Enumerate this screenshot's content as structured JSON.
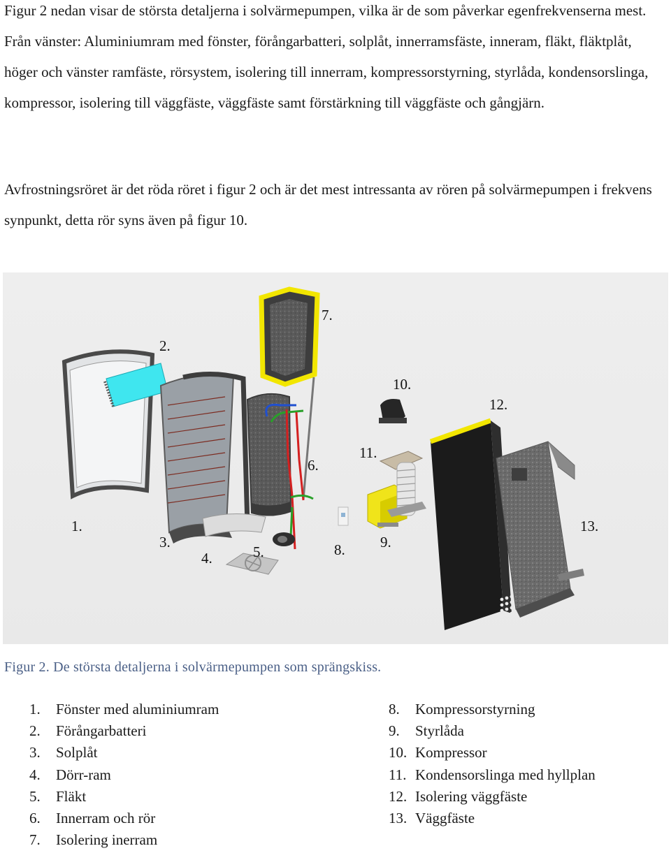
{
  "paragraphs": {
    "p1": "Figur 2 nedan visar de största detaljerna i solvärmepumpen, vilka är de som påverkar egenfrekvenserna mest. Från vänster: Aluminiumram med fönster, förångarbatteri, solplåt, innerramsfäste, inneram, fläkt, fläktplåt, höger och vänster ramfäste, rörsystem, isolering till innerram, kompressorstyrning, styrlåda, kondensorslinga, kompressor, isolering till väggfäste, väggfäste samt förstärkning till väggfäste och gångjärn.",
    "p2": "Avfrostningsröret är det röda röret i figur 2 och är det mest intressanta av rören på solvärmepumpen i frekvens synpunkt, detta rör syns även på figur 10."
  },
  "figure": {
    "labels": {
      "l1": "1.",
      "l2": "2.",
      "l3": "3.",
      "l4": "4.",
      "l5": "5.",
      "l6": "6.",
      "l7": "7.",
      "l8": "8.",
      "l9": "9.",
      "l10": "10.",
      "l11": "11.",
      "l12": "12.",
      "l13": "13."
    },
    "caption": "Figur 2. De största detaljerna i solvärmepumpen som sprängskiss."
  },
  "legend": {
    "left": [
      {
        "num": "1.",
        "text": "Fönster med aluminiumram"
      },
      {
        "num": "2.",
        "text": "Förångarbatteri"
      },
      {
        "num": "3.",
        "text": "Solplåt"
      },
      {
        "num": "4.",
        "text": "Dörr-ram"
      },
      {
        "num": "5.",
        "text": "Fläkt"
      },
      {
        "num": "6.",
        "text": "Innerram och rör"
      },
      {
        "num": "7.",
        "text": "Isolering inerram"
      }
    ],
    "right": [
      {
        "num": "8.",
        "text": "Kompressorstyrning"
      },
      {
        "num": "9.",
        "text": "Styrlåda"
      },
      {
        "num": "10.",
        "text": "Kompressor"
      },
      {
        "num": "11.",
        "text": "Kondensorslinga med hyllplan"
      },
      {
        "num": "12.",
        "text": "Isolering väggfäste"
      },
      {
        "num": "13.",
        "text": "Väggfäste"
      }
    ]
  },
  "colors": {
    "caption": "#4a5f86",
    "insulation_yellow": "#f2e600",
    "pipe_red": "#d42020",
    "pipe_green": "#2aa02a",
    "pipe_blue": "#2050d0",
    "evaporator_cyan": "#3fe6ef"
  }
}
